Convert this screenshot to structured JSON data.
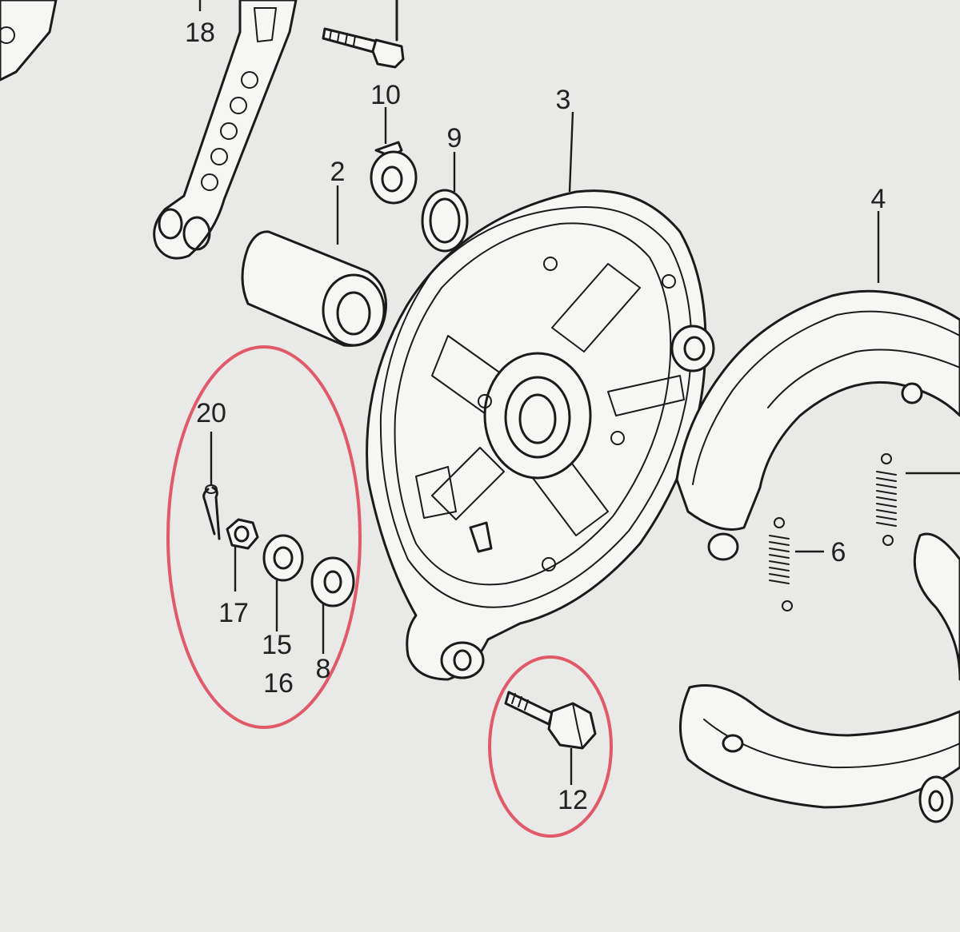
{
  "colors": {
    "paper": "#e9e9e7",
    "ink": "#1b1b1b",
    "highlight": "#e05a6a"
  },
  "callouts": [
    {
      "id": "c18",
      "label": "18"
    },
    {
      "id": "c10",
      "label": "10"
    },
    {
      "id": "c3",
      "label": "3"
    },
    {
      "id": "c9",
      "label": "9"
    },
    {
      "id": "c2",
      "label": "2"
    },
    {
      "id": "c4",
      "label": "4"
    },
    {
      "id": "c20",
      "label": "20"
    },
    {
      "id": "c17",
      "label": "17"
    },
    {
      "id": "c15",
      "label": "15"
    },
    {
      "id": "c16",
      "label": "16"
    },
    {
      "id": "c8",
      "label": "8"
    },
    {
      "id": "c6",
      "label": "6"
    },
    {
      "id": "c12",
      "label": "12"
    }
  ]
}
